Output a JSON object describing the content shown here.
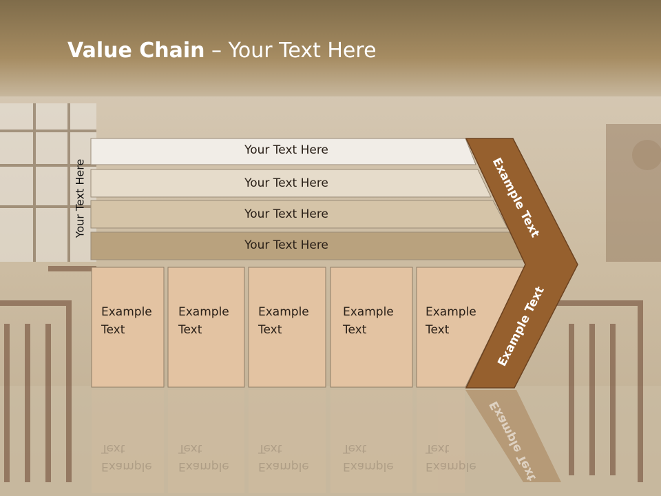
{
  "slide": {
    "title_bold": "Value Chain",
    "title_rest": " – Your Text Here",
    "vertical_label": "Your Text Here"
  },
  "rows": [
    {
      "label": "Your Text Here",
      "color": "#f1ede7"
    },
    {
      "label": "Your Text Here",
      "color": "#e6dccb"
    },
    {
      "label": "Your Text Here",
      "color": "#d5c4a8"
    },
    {
      "label": "Your Text Here",
      "color": "#b9a27e"
    }
  ],
  "activities": [
    {
      "line1": "Example",
      "line2": "Text"
    },
    {
      "line1": "Example",
      "line2": "Text"
    },
    {
      "line1": "Example",
      "line2": "Text"
    },
    {
      "line1": "Example",
      "line2": "Text"
    },
    {
      "line1": "Example",
      "line2": "Text"
    }
  ],
  "chevron_top_label": "Example Text",
  "chevron_bottom_label": "Example Text",
  "colors": {
    "box_fill": "#e3c3a2",
    "chevron_fill": "#96602e",
    "title_band": "#a68c62"
  }
}
